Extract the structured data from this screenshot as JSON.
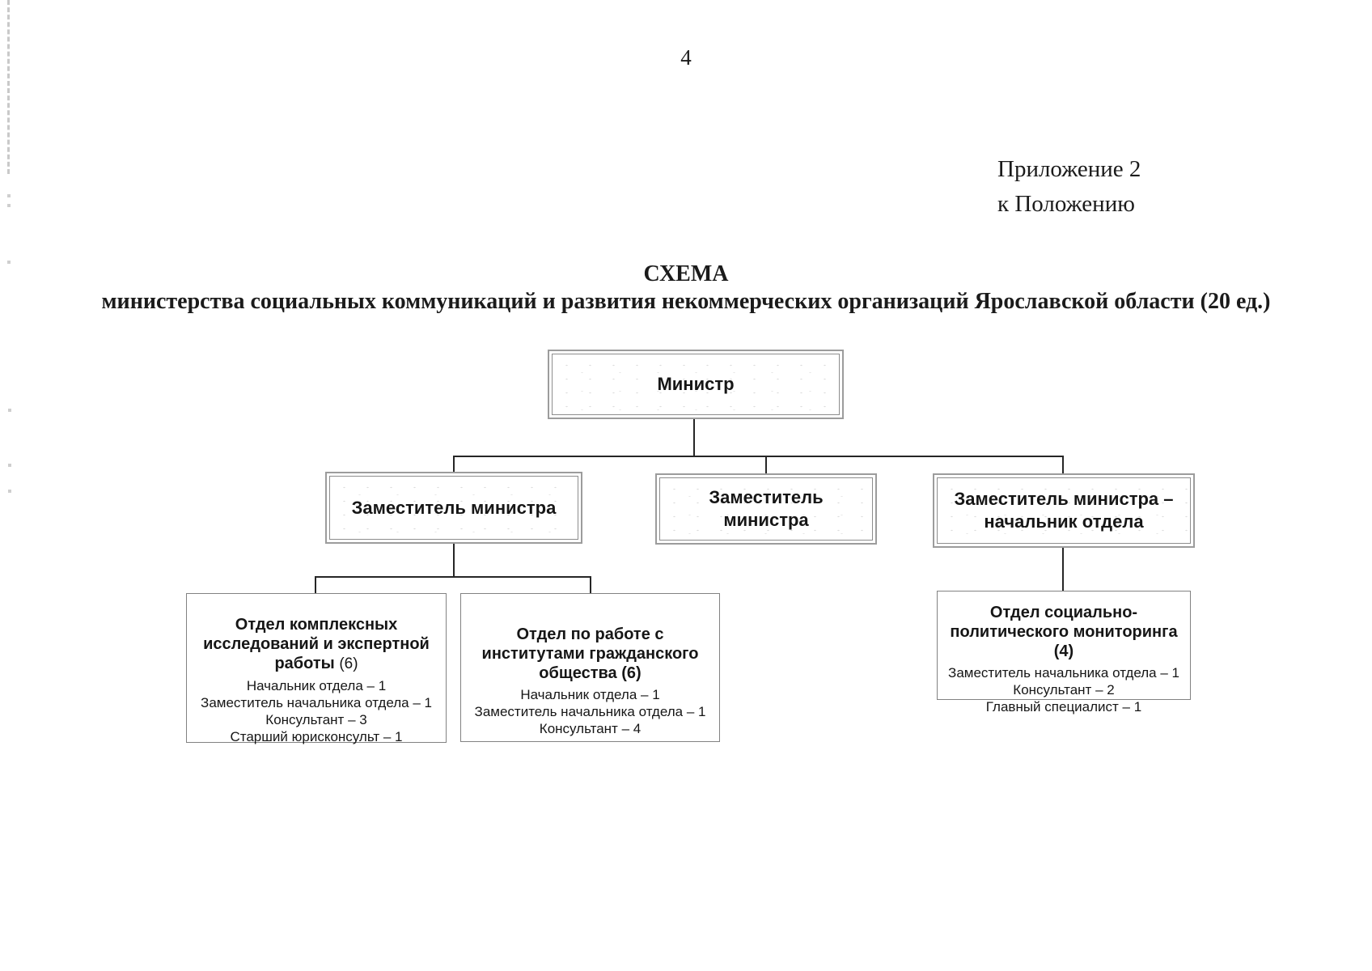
{
  "page": {
    "number": "4"
  },
  "annotation": {
    "line1": "Приложение 2",
    "line2": "к Положению"
  },
  "title": {
    "heading": "СХЕМА",
    "subtitle": "министерства социальных коммуникаций и развития некоммерческих организаций Ярославской области (20 ед.)"
  },
  "org": {
    "minister": {
      "label": "Министр"
    },
    "deputies": [
      {
        "label": "Заместитель министра"
      },
      {
        "label": "Заместитель министра"
      },
      {
        "label": "Заместитель министра – начальник отдела"
      }
    ],
    "departments": [
      {
        "title": "Отдел комплексных исследований и экспертной работы",
        "count": "(6)",
        "positions": [
          "Начальник отдела – 1",
          "Заместитель начальника отдела – 1",
          "Консультант – 3",
          "Старший юрисконсульт – 1"
        ]
      },
      {
        "title": "Отдел по работе с институтами гражданского общества (6)",
        "count": "",
        "positions": [
          "Начальник отдела – 1",
          "Заместитель начальника отдела – 1",
          "Консультант – 4"
        ]
      },
      {
        "title": "Отдел социально-политического мониторинга (4)",
        "count": "",
        "positions": [
          "Заместитель начальника отдела – 1",
          "Консультант – 2",
          "Главный специалист – 1"
        ]
      }
    ]
  },
  "colors": {
    "ink": "#1b1b1b",
    "box_border": "#8d8d8d",
    "connector": "#262626"
  }
}
